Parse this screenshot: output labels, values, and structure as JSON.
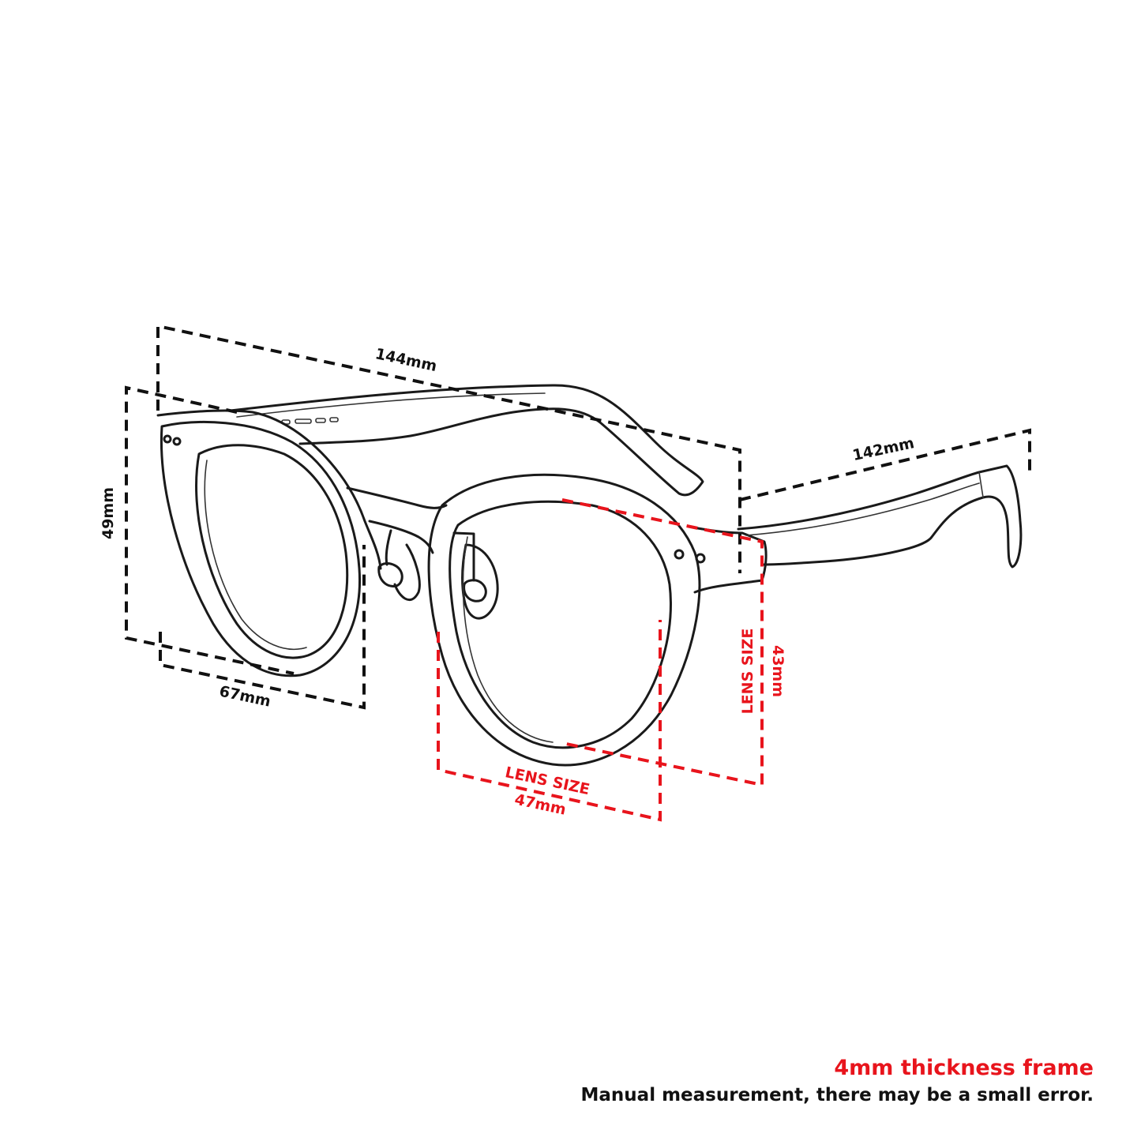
{
  "colors": {
    "accent": "#e8141c",
    "ink": "#111111",
    "background": "#ffffff"
  },
  "dimensions": {
    "total_width": "144mm",
    "temple_length": "142mm",
    "frame_height": "49mm",
    "side_depth": "67mm",
    "lens_height_label": "LENS SIZE",
    "lens_height": "43mm",
    "lens_width_label": "LENS SIZE",
    "lens_width": "47mm"
  },
  "notes": {
    "thickness": "4mm thickness frame",
    "disclaimer": "Manual measurement, there may be a small error."
  }
}
